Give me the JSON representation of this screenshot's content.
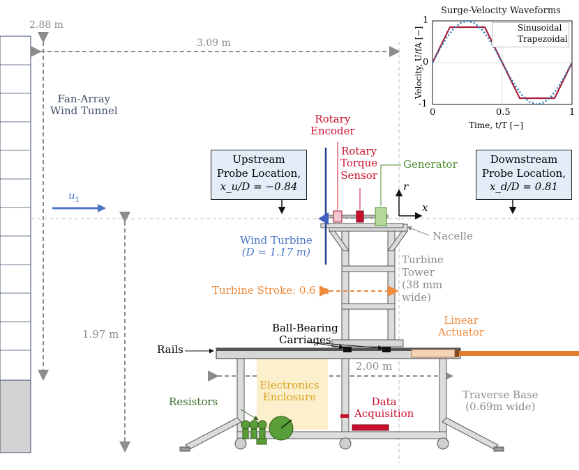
{
  "labels": {
    "tunnel_height": "2.88 m",
    "tunnel_distance": "3.09 m",
    "fan_array_line1": "Fan-Array",
    "fan_array_line2": "Wind Tunnel",
    "u1_symbol": "u",
    "u1_subscript": "1",
    "rotary_encoder_line1": "Rotary",
    "rotary_encoder_line2": "Encoder",
    "torque_sensor_line1": "Rotary",
    "torque_sensor_line2": "Torque",
    "torque_sensor_line3": "Sensor",
    "generator": "Generator",
    "upstream_line1": "Upstream",
    "upstream_line2": "Probe Location,",
    "upstream_line3": "x_u/D = −0.84",
    "downstream_line1": "Downstream",
    "downstream_line2": "Probe Location,",
    "downstream_line3": "x_d/D = 0.81",
    "axis_r": "r",
    "axis_x": "x",
    "nacelle": "Nacelle",
    "wind_turbine_line1": "Wind Turbine",
    "wind_turbine_line2": "(D = 1.17 m)",
    "turbine_tower_line1": "Turbine",
    "turbine_tower_line2": "Tower",
    "turbine_tower_line3": "(38 mm",
    "turbine_tower_line4": "wide)",
    "turbine_stroke": "Turbine Stroke: 0.6 m",
    "hub_height": "1.97 m",
    "ball_bearing_line1": "Ball-Bearing",
    "ball_bearing_line2": "Carriages",
    "linear_actuator_line1": "Linear",
    "linear_actuator_line2": "Actuator",
    "rails": "Rails",
    "traverse_length": "2.00 m",
    "electronics_line1": "Electronics",
    "electronics_line2": "Enclosure",
    "resistors": "Resistors",
    "data_acq_line1": "Data",
    "data_acq_line2": "Acquisition",
    "traverse_base_line1": "Traverse Base",
    "traverse_base_line2": "(0.69m wide)"
  },
  "colors": {
    "blue": "#4a74c8",
    "red": "#c8102e",
    "green": "#4f8f2f",
    "orange": "#ee8a3c",
    "gold": "#d9a41f",
    "box_fill": "#e3edf8",
    "enclosure_fill": "#fcefcc",
    "gray": "#8c8c8c"
  },
  "chart_data": {
    "type": "line",
    "title": "Surge-Velocity Waveforms",
    "xlabel": "Time, t/T [−]",
    "ylabel": "Velocity, U/fA [−]",
    "xlim": [
      0,
      1
    ],
    "ylim": [
      -1,
      1
    ],
    "xticks": [
      "0",
      "0.5",
      "1"
    ],
    "yticks": [
      "1",
      "0",
      "-1"
    ],
    "grid": true,
    "legend_position": "top-right",
    "series": [
      {
        "name": "Sinusoidal",
        "style": "dotted",
        "color": "#1f77b4",
        "x": [
          0,
          0.05,
          0.1,
          0.15,
          0.2,
          0.25,
          0.3,
          0.35,
          0.4,
          0.45,
          0.5,
          0.55,
          0.6,
          0.65,
          0.7,
          0.75,
          0.8,
          0.85,
          0.9,
          0.95,
          1
        ],
        "y": [
          0,
          0.31,
          0.59,
          0.81,
          0.95,
          1.0,
          0.95,
          0.81,
          0.59,
          0.31,
          0,
          -0.31,
          -0.59,
          -0.81,
          -0.95,
          -1.0,
          -0.95,
          -0.81,
          -0.59,
          -0.31,
          0
        ]
      },
      {
        "name": "Trapezoidal",
        "style": "solid",
        "color": "#a8203c",
        "x": [
          0,
          0.125,
          0.375,
          0.625,
          0.875,
          1
        ],
        "y": [
          0,
          0.85,
          0.85,
          -0.85,
          -0.85,
          0
        ]
      }
    ]
  }
}
